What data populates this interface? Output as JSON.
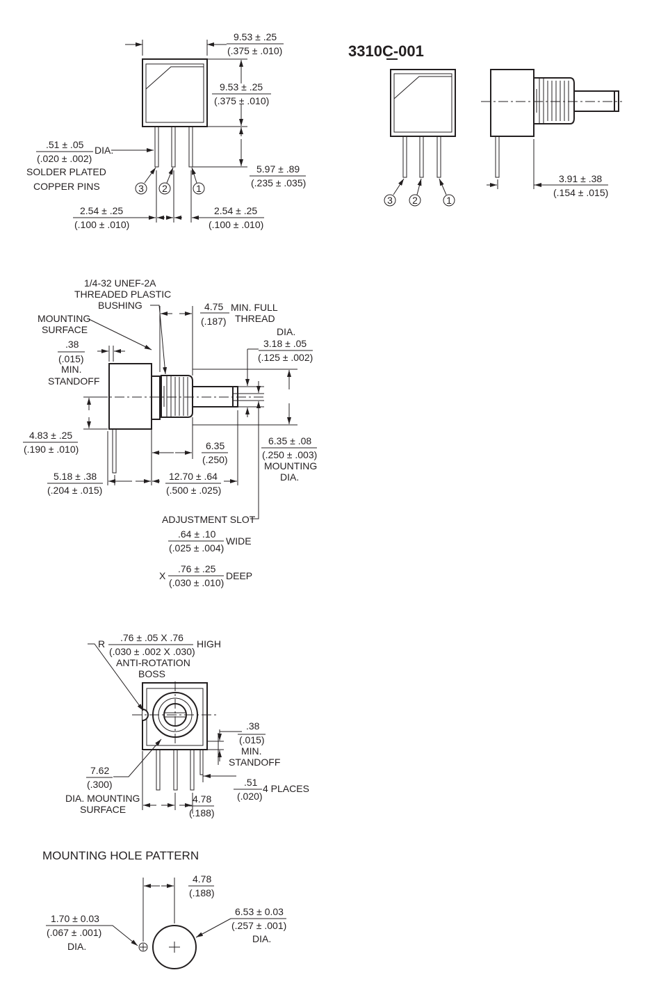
{
  "top_view": {
    "width_mm": "9.53 ± .25",
    "width_in": "(.375 ± .010)",
    "height_mm": "9.53 ± .25",
    "height_in": "(.375 ± .010)",
    "pin_dia_mm": ".51 ± .05",
    "pin_dia_in": "(.020 ± .002)",
    "pin_dia_label": "DIA.",
    "pin_note_1": "SOLDER PLATED",
    "pin_note_2": "COPPER PINS",
    "pin_len_mm": "5.97 ± .89",
    "pin_len_in": "(.235 ± .035)",
    "pitch_left_mm": "2.54 ± .25",
    "pitch_left_in": "(.100 ± .010)",
    "pitch_right_mm": "2.54 ± .25",
    "pitch_right_in": "(.100 ± .010)",
    "pins": [
      "3",
      "2",
      "1"
    ]
  },
  "model_view": {
    "title": "3310C-001",
    "pins": [
      "3",
      "2",
      "1"
    ],
    "offset_mm": "3.91 ± .38",
    "offset_in": "(.154 ± .015)"
  },
  "side_view": {
    "bushing_1": "1/4-32 UNEF-2A",
    "bushing_2": "THREADED PLASTIC",
    "bushing_3": "BUSHING",
    "thread_mm": "4.75",
    "thread_in": "(.187)",
    "thread_note_1": "MIN. FULL",
    "thread_note_2": "THREAD",
    "mount_1": "MOUNTING",
    "mount_2": "SURFACE",
    "shaft_dia_label": "DIA.",
    "shaft_dia_mm": "3.18 ± .05",
    "shaft_dia_in": "(.125 ± .002)",
    "standoff_mm": ".38",
    "standoff_in": "(.015)",
    "standoff_1": "MIN.",
    "standoff_2": "STANDOFF",
    "center_mm": "4.83 ± .25",
    "center_in": "(.190 ± .010)",
    "bushing_len_mm": "6.35",
    "bushing_len_in": "(.250)",
    "mount_dia_mm": "6.35 ± .08",
    "mount_dia_in": "(.250 ± .003)",
    "mount_dia_1": "MOUNTING",
    "mount_dia_2": "DIA.",
    "pin_pos_mm": "5.18 ± .38",
    "pin_pos_in": "(.204 ± .015)",
    "shaft_len_mm": "12.70 ± .64",
    "shaft_len_in": "(.500 ± .025)",
    "slot_label": "ADJUSTMENT SLOT",
    "slot_wide_mm": ".64 ± .10",
    "slot_wide_in": "(.025 ± .004)",
    "slot_wide": "WIDE",
    "slot_x": "X",
    "slot_deep_mm": ".76 ± .25",
    "slot_deep_in": "(.030 ± .010)",
    "slot_deep": "DEEP"
  },
  "front_view": {
    "r": "R",
    "boss_mm": ".76 ± .05 X .76",
    "boss_in": "(.030 ± .002 X .030)",
    "boss_high": "HIGH",
    "boss_1": "ANTI-ROTATION",
    "boss_2": "BOSS",
    "standoff_mm": ".38",
    "standoff_in": "(.015)",
    "standoff_1": "MIN.",
    "standoff_2": "STANDOFF",
    "mount_mm": "7.62",
    "mount_in": "(.300)",
    "mount_1": "DIA. MOUNTING",
    "mount_2": "SURFACE",
    "foot_mm": ".51",
    "foot_in": "(.020)",
    "foot_note": "4 PLACES",
    "pitch_mm": "4.78",
    "pitch_in": "(.188)"
  },
  "hole_pattern": {
    "title": "MOUNTING HOLE PATTERN",
    "spacing_mm": "4.78",
    "spacing_in": "(.188)",
    "small_mm": "1.70 ± 0.03",
    "small_in": "(.067 ± .001)",
    "small_label": "DIA.",
    "large_mm": "6.53 ± 0.03",
    "large_in": "(.257 ± .001)",
    "large_label": "DIA."
  }
}
